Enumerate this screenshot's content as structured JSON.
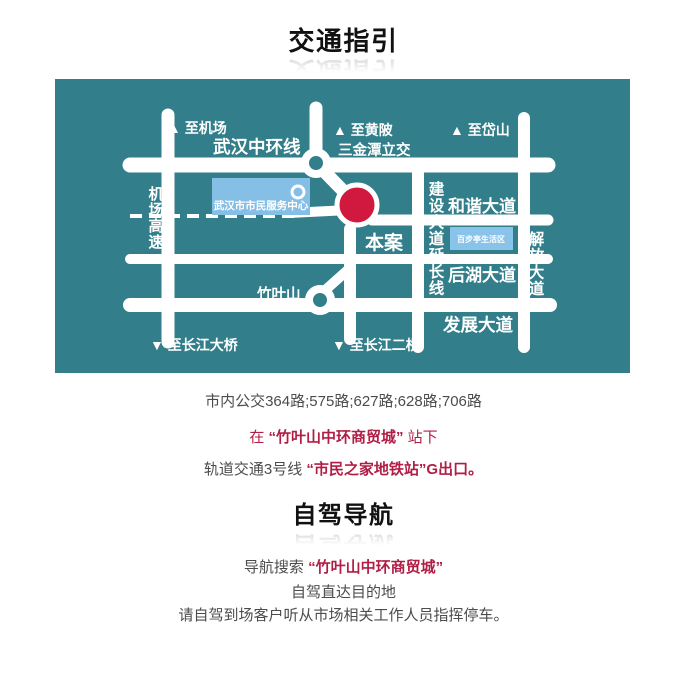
{
  "transit": {
    "title": "交通指引",
    "bus_routes": "市内公交364路;575路;627路;628路;706路",
    "stop_prefix": "在 ",
    "stop_name": "“竹叶山中环商贸城”",
    "stop_suffix": " 站下",
    "metro_prefix": "轨道交通3号线 ",
    "metro_station": "“市民之家地铁站”",
    "metro_suffix": "G出口。"
  },
  "driving": {
    "title": "自驾导航",
    "search_prefix": "导航搜索 ",
    "search_name": "“竹叶山中环商贸城”",
    "line_direct": "自驾直达目的地",
    "line_parking": "请自驾到场客户听从市场相关工作人员指挥停车。"
  },
  "map": {
    "colors": {
      "background": "#327e8a",
      "road": "#ffffff",
      "marker": "#d11940",
      "marker_label_color": "#9c2747",
      "info_box": "#85bfe6"
    },
    "labels": {
      "to_airport": "▲ 至机场",
      "ring_road": "武汉中环线",
      "to_huangpi": "▲ 至黄陂",
      "interchange": "三金潭立交",
      "to_daishan": "▲ 至岱山",
      "airport_expressway": "机场高速",
      "citizen_center": "武汉市市民服务中心",
      "harmony_avenue": "和谐大道",
      "jianshe_extension": "建设大道延长线",
      "jiefang_avenue": "解放大道",
      "baibuting_area": "百步亭生活区",
      "houhu_avenue": "后湖大道",
      "fazhan_avenue": "发展大道",
      "zhuyeshan": "竹叶山",
      "to_yangtze_bridge": "▼ 至长江大桥",
      "to_yangtze_bridge2": "▼ 至长江二桥",
      "site_marker": "本案"
    }
  }
}
